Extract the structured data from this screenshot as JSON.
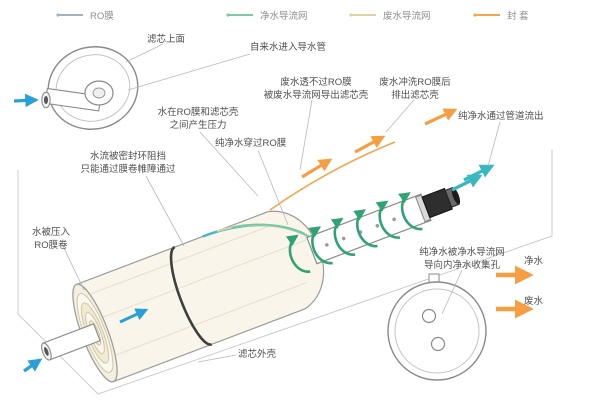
{
  "legend": {
    "items": [
      {
        "label": "RO膜",
        "color": "#9fb4bd"
      },
      {
        "label": "净水导流网",
        "color": "#7cc9a3"
      },
      {
        "label": "废水导流网",
        "color": "#ddd5a0"
      },
      {
        "label": "封 套",
        "color": "#f2a64e"
      }
    ]
  },
  "labels": {
    "top_face": "滤芯上面",
    "tap_in": "自来水进入导水管",
    "pressure": "水在RO膜和滤芯壳\n之间产生压力",
    "waste_blocked": "废水透不过RO膜\n被废水导流网导出滤芯壳",
    "waste_flush": "废水冲洗RO膜后\n排出滤芯壳",
    "pure_out": "纯净水通过管道流出",
    "seal_block": "水流被密封环阻挡\n只能通过膜卷帷障通过",
    "pure_through": "纯净水穿过RO膜",
    "pressed_in": "水被压入\nRO膜卷",
    "pure_collect": "纯净水被净水导流网\n导向内净水收集孔",
    "clean_water": "净水",
    "waste_water": "废水",
    "housing": "滤芯外壳"
  },
  "colors": {
    "tap_water_arrow": "#2a9fd8",
    "pure_water_arrow": "#3ab8c0",
    "waste_water_arrow": "#f59e42",
    "spiral_flow_arrow": "#2fa374"
  }
}
